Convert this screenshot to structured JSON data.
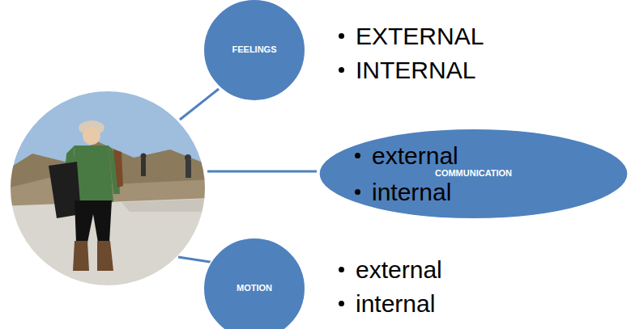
{
  "diagram": {
    "nodes": [
      {
        "text": [
          "FEELINGS"
        ]
      },
      {
        "text": [
          "external",
          "COMMUNICATION",
          "internal"
        ]
      },
      {
        "text": [
          "MOTION"
        ]
      }
    ],
    "labels": [
      "EXTERNAL",
      "INTERNAL",
      "external",
      "internal"
    ]
  }
}
